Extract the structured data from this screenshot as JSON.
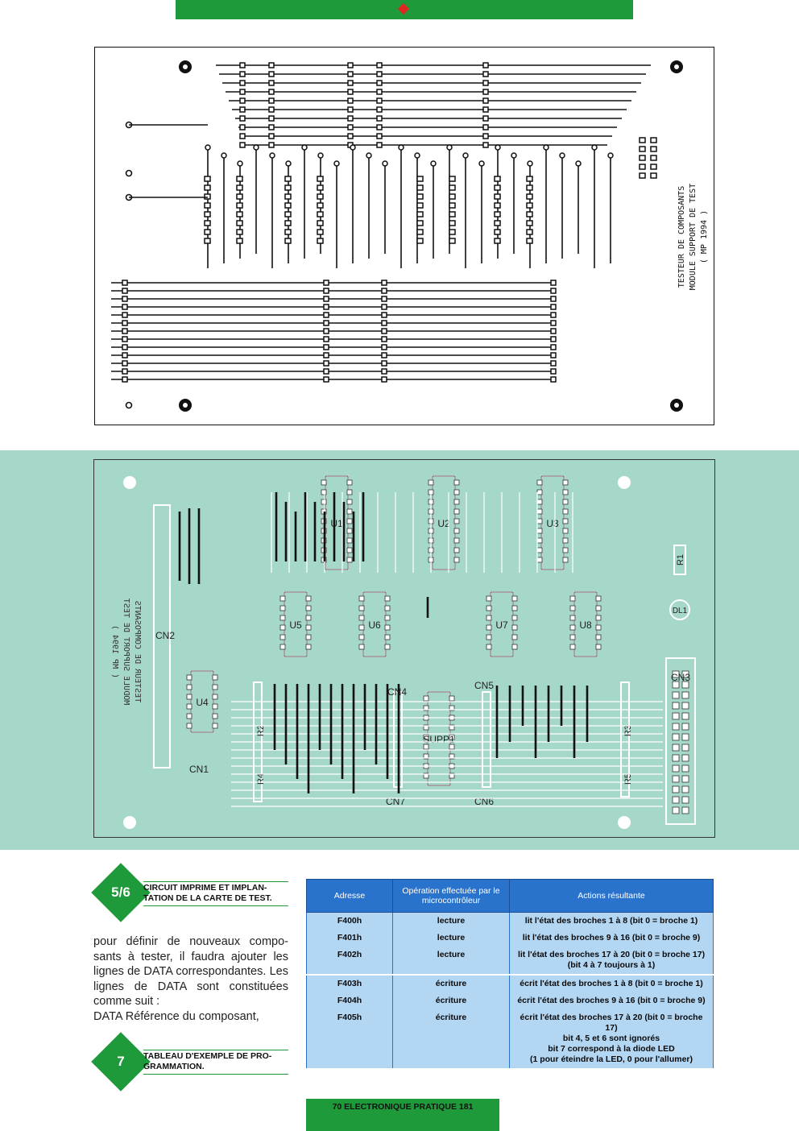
{
  "pcb": {
    "title_lines": [
      "TESTEUR DE COMPOSANTS",
      "MODULE SUPPORT DE TEST",
      "( MP 1994 )"
    ]
  },
  "layout": {
    "components": [
      "U1",
      "U2",
      "U3",
      "U4",
      "U5",
      "U6",
      "U7",
      "U8",
      "SUPP1",
      "CN1",
      "CN2",
      "CN3",
      "CN4",
      "CN5",
      "CN6",
      "CN7",
      "R1",
      "R2",
      "R3",
      "R4",
      "R5",
      "DL1"
    ]
  },
  "figures": [
    {
      "number": "5/6",
      "caption": "CIRCUIT IMPRIME ET IMPLAN-\nTATION DE LA CARTE DE TEST."
    },
    {
      "number": "7",
      "caption": "TABLEAU D'EXEMPLE DE PRO-\nGRAMMATION."
    }
  ],
  "body_text": "pour définir de nouveaux compo-sants à tester, il faudra ajouter les lignes de DATA correspondantes. Les lignes de DATA sont constituées comme suit :\nDATA Référence du composant,",
  "table": {
    "headers": [
      "Adresse",
      "Opération effectuée par le microcontrôleur",
      "Actions résultante"
    ],
    "rows": [
      {
        "adresse": "F400h",
        "operation": "lecture",
        "action": "lit l'état des broches 1 à 8 (bit 0 = broche 1)"
      },
      {
        "adresse": "F401h",
        "operation": "lecture",
        "action": "lit l'état des broches 9 à 16 (bit 0 = broche 9)"
      },
      {
        "adresse": "F402h",
        "operation": "lecture",
        "action": "lit l'état des broches 17 à 20 (bit 0 = broche 17)\n(bit 4 à 7 toujours à 1)"
      },
      {
        "adresse": "F403h",
        "operation": "écriture",
        "action": "écrit l'état des broches 1 à 8 (bit 0 = broche 1)"
      },
      {
        "adresse": "F404h",
        "operation": "écriture",
        "action": "écrit l'état des broches 9 à 16 (bit 0 = broche 9)"
      },
      {
        "adresse": "F405h",
        "operation": "écriture",
        "action": "écrit l'état des broches 17 à 20 (bit 0 = broche 17)\nbit 4, 5 et 6 sont ignorés\nbit 7 correspond à la diode LED\n(1 pour éteindre la LED, 0 pour l'allumer)"
      }
    ]
  },
  "footer": "70 ELECTRONIQUE PRATIQUE 181",
  "colors": {
    "green": "#1f9a3a",
    "teal": "#a6d8ca",
    "blue_header": "#2a73cc",
    "blue_cell": "#b3d6f3",
    "red": "#e0271f"
  }
}
